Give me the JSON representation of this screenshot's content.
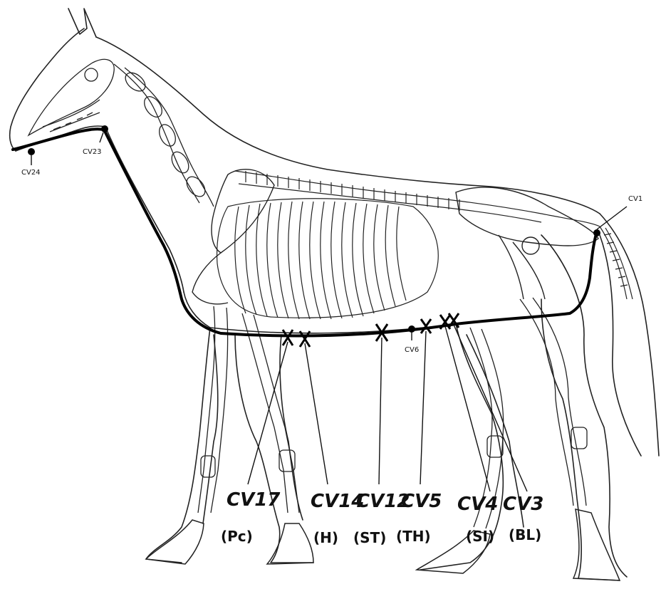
{
  "diagram": {
    "point_labels": {
      "cv1": "CV1",
      "cv23": "CV23",
      "cv24": "CV24",
      "cv6": "CV6"
    },
    "bottom_points": [
      {
        "id": "cv17",
        "label": "CV17",
        "organ": "(Pc)"
      },
      {
        "id": "cv14",
        "label": "CV14",
        "organ": "(H)"
      },
      {
        "id": "cv12",
        "label": "CV12",
        "organ": "(ST)"
      },
      {
        "id": "cv5",
        "label": "CV5",
        "organ": "(TH)"
      },
      {
        "id": "cv4",
        "label": "CV4",
        "organ": "(SI)"
      },
      {
        "id": "cv3",
        "label": "CV3",
        "organ": "(BL)"
      }
    ]
  }
}
